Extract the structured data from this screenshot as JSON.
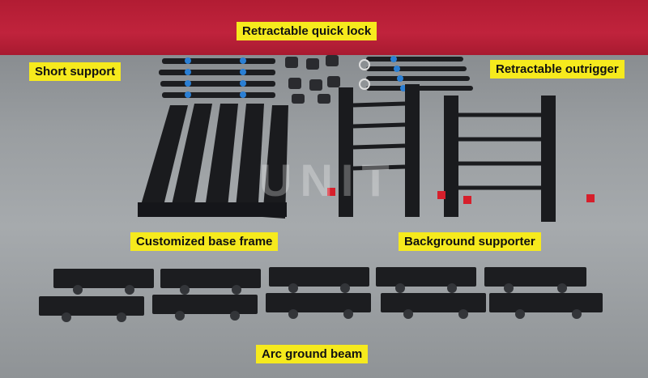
{
  "labels": {
    "quick_lock": "Retractable quick lock",
    "short_support": "Short support",
    "outrigger": "Retractable outrigger",
    "base_frame": "Customized base frame",
    "bg_supporter": "Background supporter",
    "arc_beam": "Arc ground beam"
  },
  "watermark": "UNIT",
  "colors": {
    "label_bg": "#f6ea1d",
    "carpet": "#c0233c",
    "floor": "#9a9ea1",
    "metal": "#1c1d20",
    "accent_blue": "#2a7fd4",
    "clamp_red": "#d61f2b"
  }
}
